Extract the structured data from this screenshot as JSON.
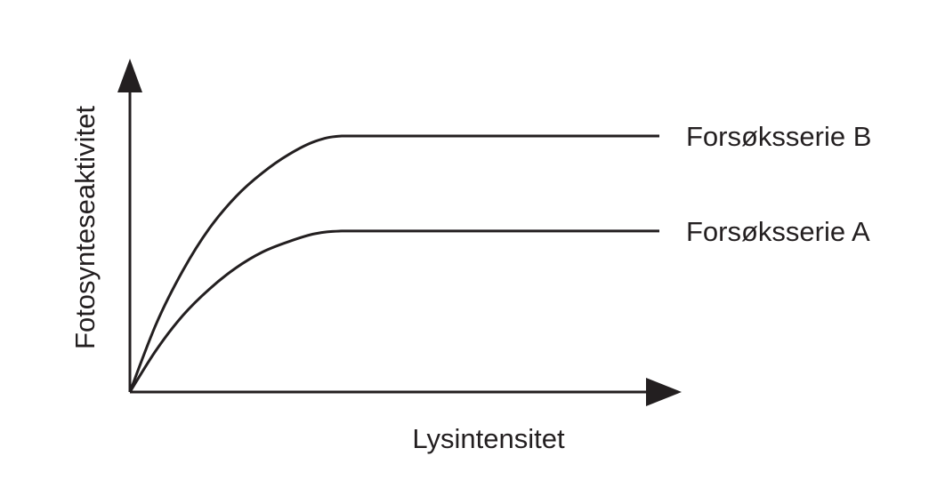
{
  "chart_data": {
    "type": "line",
    "xlabel": "Lysintensitet",
    "ylabel": "Fotosynteseaktivitet",
    "xlim": [
      0,
      10
    ],
    "ylim": [
      0,
      10
    ],
    "grid": false,
    "ticks": false,
    "line_color": "#231f20",
    "series": [
      {
        "name": "Forsøksserie B",
        "x": [
          0,
          0.5,
          1,
          1.5,
          2,
          2.5,
          3,
          3.5,
          4,
          5,
          6,
          7,
          8,
          9,
          10
        ],
        "values": [
          0,
          2.6,
          4.6,
          6.2,
          7.4,
          8.3,
          9.0,
          9.5,
          9.7,
          9.7,
          9.7,
          9.7,
          9.7,
          9.7,
          9.7
        ]
      },
      {
        "name": "Forsøksserie A",
        "x": [
          0,
          0.5,
          1,
          1.5,
          2,
          2.5,
          3,
          3.5,
          4,
          5,
          6,
          7,
          8,
          9,
          10
        ],
        "values": [
          0,
          1.6,
          2.9,
          3.9,
          4.7,
          5.3,
          5.7,
          6.0,
          6.1,
          6.1,
          6.1,
          6.1,
          6.1,
          6.1,
          6.1
        ]
      }
    ]
  }
}
